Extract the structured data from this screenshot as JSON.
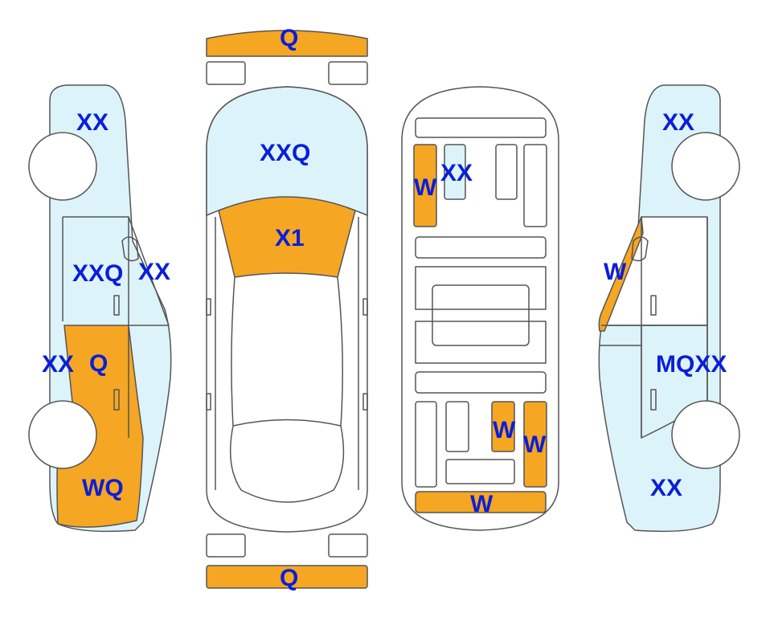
{
  "colors": {
    "damage_orange": "#F5A623",
    "light_blue": "#DDF3FA",
    "label_blue": "#0A1ED9",
    "outline": "#555555",
    "white": "#FFFFFF"
  },
  "views": {
    "left_side": {
      "labels": {
        "rear_quarter": "XX",
        "rear_door": "XXQ",
        "rear_door_window": "XX",
        "front_door_edge": "XX",
        "front_door": "Q",
        "front_fender": "WQ"
      }
    },
    "top": {
      "labels": {
        "front_bumper": "Q",
        "hood": "XXQ",
        "windshield": "X1",
        "rear_bumper": "Q"
      }
    },
    "underbody": {
      "labels": {
        "front_left_rail": "W",
        "front_inner_panel": "XX",
        "rear_right_inner": "W",
        "rear_right_outer": "W",
        "rear_crossmember": "W"
      }
    },
    "right_side": {
      "labels": {
        "rear_quarter": "XX",
        "a_pillar": "W",
        "front_door": "MQXX",
        "front_fender": "XX"
      }
    }
  }
}
